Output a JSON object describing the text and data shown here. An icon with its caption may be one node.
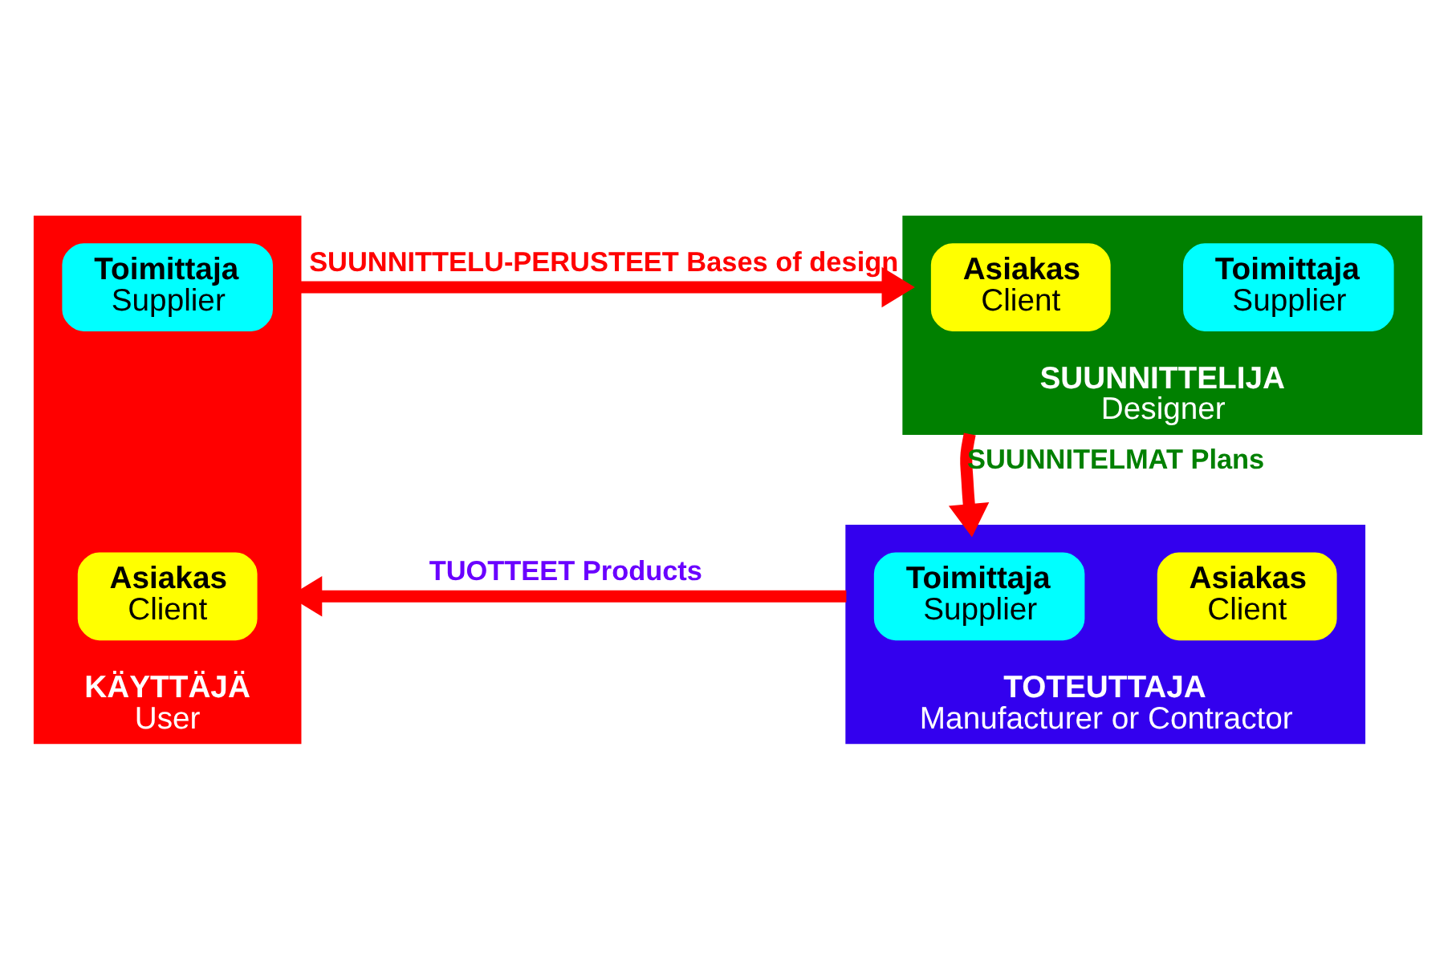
{
  "diagram": {
    "nodes": [
      {
        "text": [
          "KÄYTTÄJÄ",
          "User"
        ]
      },
      {
        "text": [
          "Toimittaja",
          "Supplier"
        ],
        "in": 0
      },
      {
        "text": [
          "Asiakas",
          "Client"
        ],
        "in": 0
      },
      {
        "text": [
          "SUUNNITTELIJA",
          "Designer"
        ]
      },
      {
        "text": [
          "Asiakas",
          "Client"
        ],
        "in": 3
      },
      {
        "text": [
          "Toimittaja",
          "Supplier"
        ],
        "in": 3
      },
      {
        "text": [
          "TOTEUTTAJA",
          "Manufacturer or Contractor"
        ]
      },
      {
        "text": [
          "Toimittaja",
          "Supplier"
        ],
        "in": 6
      },
      {
        "text": [
          "Asiakas",
          "Client"
        ],
        "in": 6
      }
    ],
    "edges": [
      {
        "from": 0,
        "to": 3,
        "arrow": "to",
        "label": "SUUNNITTELU-PERUSTEET Bases of design"
      },
      {
        "from": 3,
        "to": 6,
        "arrow": "to",
        "label": "SUUNNITELMAT Plans"
      },
      {
        "from": 6,
        "to": 0,
        "arrow": "to",
        "label": "TUOTTEET Products"
      }
    ]
  }
}
